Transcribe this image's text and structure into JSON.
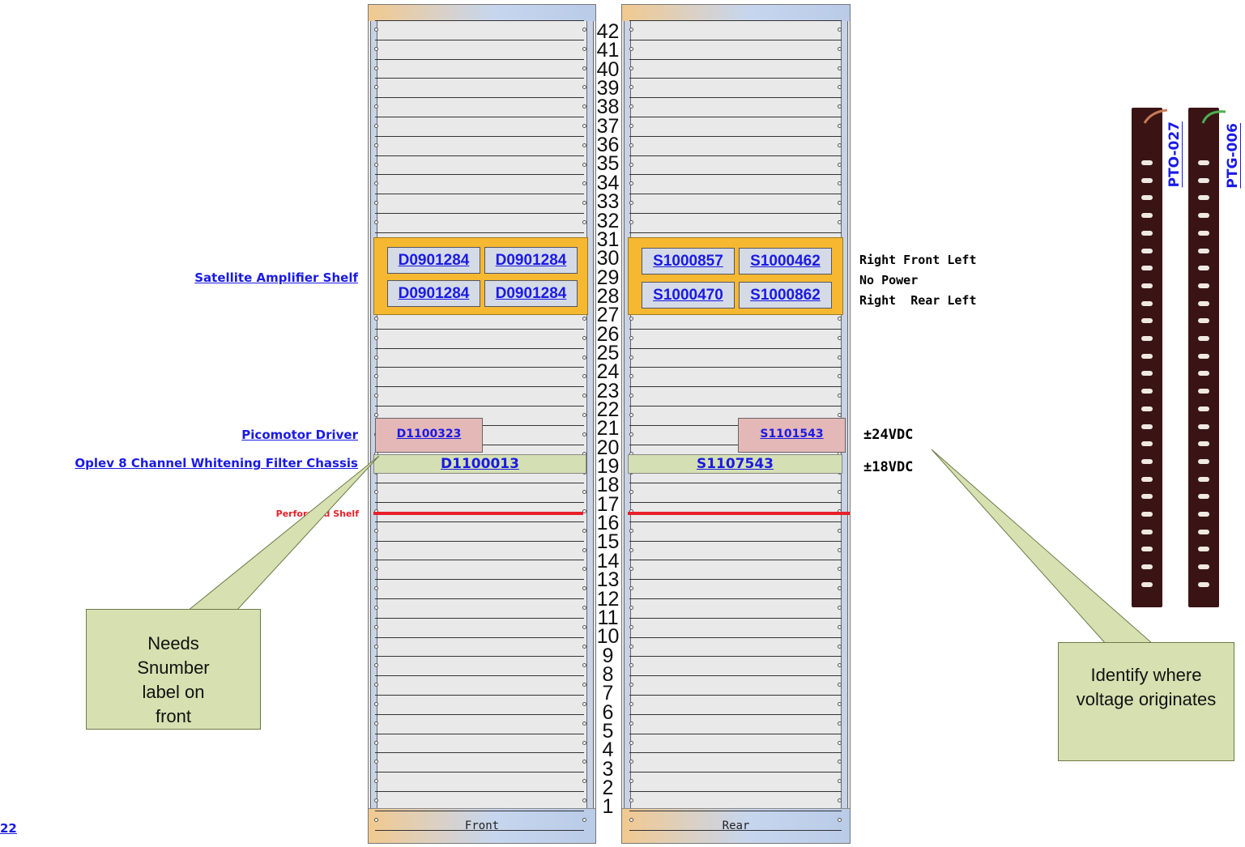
{
  "rack_units": [
    "42",
    "41",
    "40",
    "39",
    "38",
    "37",
    "36",
    "35",
    "34",
    "33",
    "32",
    "31",
    "30",
    "29",
    "28",
    "27",
    "26",
    "25",
    "24",
    "23",
    "22",
    "21",
    "20",
    "19",
    "18",
    "17",
    "16",
    "15",
    "14",
    "13",
    "12",
    "11",
    "10",
    "9",
    "8",
    "7",
    "6",
    "5",
    "4",
    "3",
    "2",
    "1"
  ],
  "front": {
    "label": "Front",
    "sat_modules": [
      "D0901284",
      "D0901284",
      "D0901284",
      "D0901284"
    ],
    "picomotor": "D1100323",
    "oplev": "D1100013"
  },
  "rear": {
    "label": "Rear",
    "sat_modules": [
      "S1000857",
      "S1000462",
      "S1000470",
      "S1000862"
    ],
    "picomotor": "S1101543",
    "oplev": "S1107543"
  },
  "left_labels": {
    "satellite": "Satellite Amplifier Shelf",
    "picomotor": "Picomotor Driver",
    "oplev": "Oplev 8 Channel Whitening Filter Chassis",
    "perforated": "Perforated Shelf"
  },
  "right_notes": {
    "line1": "Right Front Left",
    "line2": "No Power",
    "line3": "Right  Rear Left",
    "v24": "±24VDC",
    "v18": "±18VDC"
  },
  "callouts": {
    "snumber": "Needs Snumber label on front",
    "voltage": "Identify where voltage originates"
  },
  "power_strips": [
    "PTO-027",
    "PTG-006"
  ],
  "page_number": "22",
  "colors": {
    "shelf": "#f5b830",
    "link": "#1a1ae6",
    "perforated": "#e8202a",
    "callout": "#d6e0b0",
    "pink_chassis": "#e4b8b6",
    "green_chassis": "#d4e0b4"
  }
}
